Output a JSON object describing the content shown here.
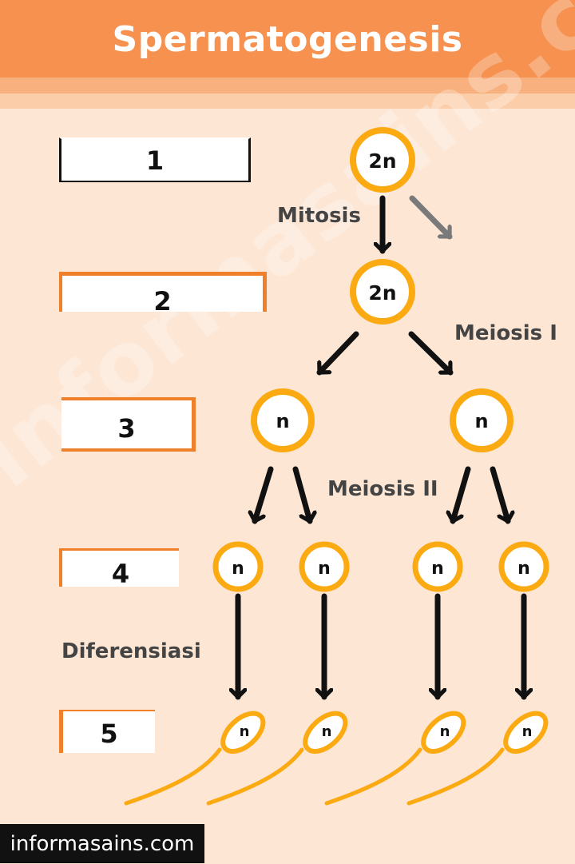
{
  "title": "Spermatogenesis",
  "watermark": "informasains.com",
  "stage_labels": [
    "1",
    "2",
    "3",
    "4",
    "5"
  ],
  "processes": {
    "mitosis": "Mitosis",
    "meiosis_1": "Meiosis I",
    "meiosis_2": "Meiosis II",
    "differentiation": "Diferensiasi"
  },
  "cells": {
    "spermatogonium": "2n",
    "primary_spermatocyte": "2n",
    "secondary_spermatocyte": "n",
    "spermatid": "n",
    "sperm": "n"
  },
  "footer": "informasains.com",
  "colors": {
    "header": "#f6914f",
    "background": "#fde6d4",
    "cell_ring": "#fbaa12",
    "label_border": "#f07f2a",
    "arrow": "#111111",
    "arrow_secondary": "#7a7a7a"
  }
}
